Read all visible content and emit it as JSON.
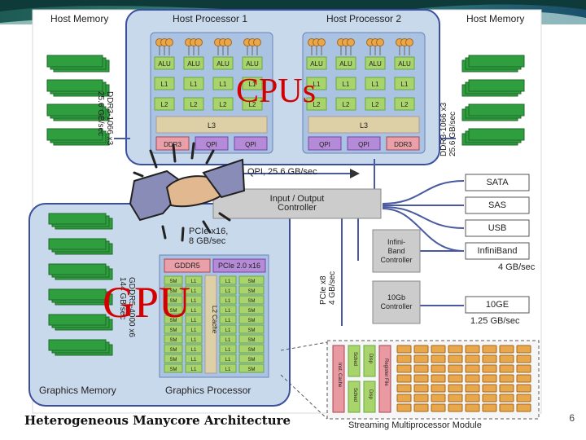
{
  "labels": {
    "host_memory_left": "Host Memory",
    "host_memory_right": "Host Memory",
    "host_processor_1": "Host Processor 1",
    "host_processor_2": "Host Processor 2",
    "alu": "ALU",
    "l1": "L1",
    "l2": "L2",
    "l3": "L3",
    "ddr3": "DDR3",
    "qpi": "QPI",
    "ddr_left": "DDR3-1066 x3\n25.6 GB/sec",
    "ddr_right": "DDR3-1066 x3\n25.6 GB/sec",
    "qpi_link": "QPI, 25.6 GB/sec",
    "io_controller": "Input / Output\nController",
    "pcie16": "PCIe x16,\n8 GB/sec",
    "pcie8": "PCIe x8\n4 GB/sec",
    "sata": "SATA",
    "sas": "SAS",
    "usb": "USB",
    "infiniband": "InfiniBand",
    "infiniband_rate": "4 GB/sec",
    "infiniband_controller": "Infini-\nBand\nController",
    "tengb_controller": "10Gb\nController",
    "tenge": "10GE",
    "tenge_rate": "1.25 GB/sec",
    "gddr5": "GDDR5",
    "pcie20": "PCIe 2.0 x16",
    "sm": "SM",
    "l2_cache": "L2 Cache",
    "gddr_rate": "GDDR5-4000 x6\n144 GB/sec",
    "graphics_memory": "Graphics Memory",
    "graphics_processor": "Graphics Processor",
    "streaming_module": "Streaming Multiprocessor Module",
    "inst_cache": "Inst. Cache",
    "sched": "Sched",
    "disp": "Disp",
    "register_file": "Register File"
  },
  "overlay": {
    "cpus": "CPUs",
    "gpu": "GPU"
  },
  "caption": "Heterogeneous Manycore Architecture",
  "page_number": "6",
  "colors": {
    "panel_blue": "#c9d9ec",
    "panel_border": "#3a4fa0",
    "alu_orange": "#e8a74a",
    "cache_green": "#a9d36b",
    "l3_tan": "#ddd0a6",
    "ddr3_pink": "#e9a0a8",
    "qpi_purple": "#b58ad6",
    "memory_green": "#2f9e3f",
    "overlay_red": "#d40000"
  }
}
